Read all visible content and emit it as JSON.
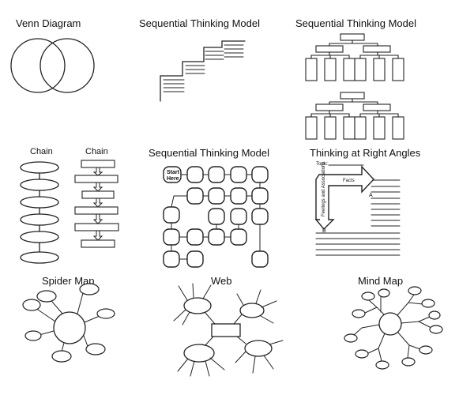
{
  "panels": {
    "venn": {
      "title": "Venn Diagram"
    },
    "seq_stairs": {
      "title": "Sequential Thinking Model"
    },
    "seq_tree": {
      "title": "Sequential Thinking Model"
    },
    "chain": {
      "label_left": "Chain",
      "label_right": "Chain"
    },
    "seq_loop": {
      "title": "Sequential Thinking Model",
      "start_label_1": "Start",
      "start_label_2": "Here"
    },
    "right_angles": {
      "title": "Thinking at Right Angles",
      "topic_label": "Topic:",
      "facts_label": "Facts",
      "feelings_label": "Feelings and Associations",
      "point_a": "A",
      "point_b": "B"
    },
    "spider": {
      "title": "Spider Map"
    },
    "web": {
      "title": "Web"
    },
    "mind": {
      "title": "Mind Map"
    }
  }
}
